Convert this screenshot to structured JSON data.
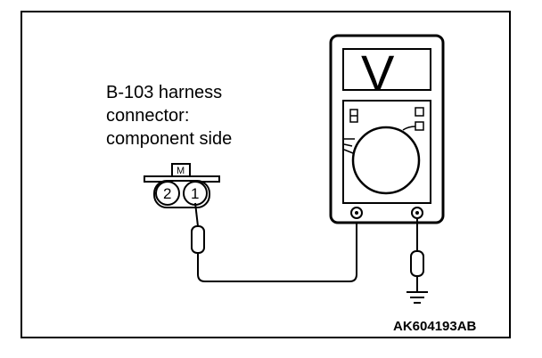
{
  "diagram": {
    "connector_label": {
      "line1": "B-103 harness",
      "line2": "connector:",
      "line3": "component side"
    },
    "connector": {
      "top_marker": "M",
      "pin_left": "2",
      "pin_right": "1"
    },
    "meter_display_symbol": "V",
    "figure_code": "AK604193AB",
    "colors": {
      "ink": "#000000",
      "background": "#ffffff"
    }
  }
}
